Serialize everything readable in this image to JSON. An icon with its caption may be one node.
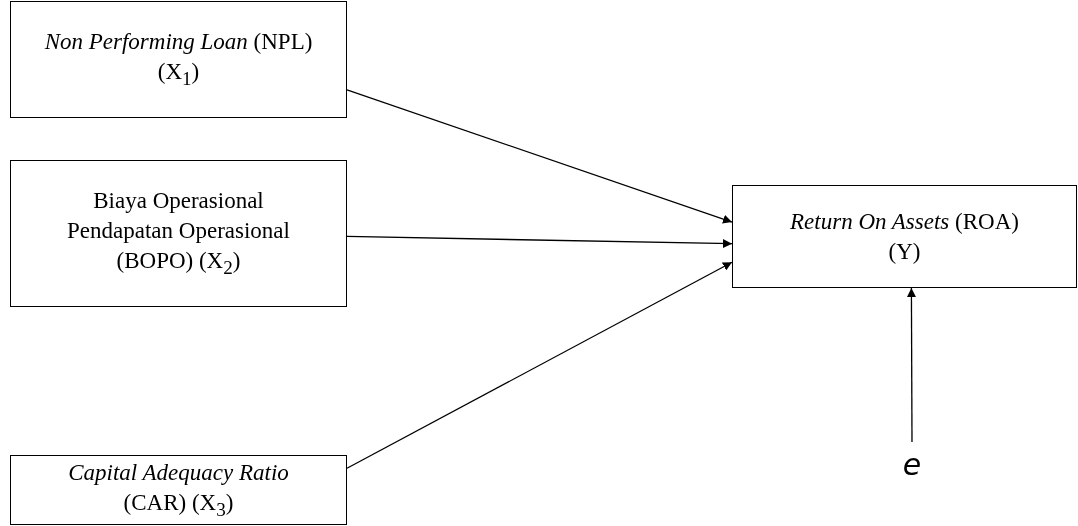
{
  "diagram": {
    "nodes": [
      {
        "text": [
          "*Non Performing Loan* (NPL)",
          "(X$_{1}$)"
        ]
      },
      {
        "text": [
          "Biaya Operasional Pendapatan Operasional (BOPO) (X$_{2}$)"
        ]
      },
      {
        "text": [
          "*Capital Adequacy Ratio*",
          "(CAR) (X$_{3}$)"
        ]
      },
      {
        "text": [
          "*Return On Assets* (ROA)",
          "(Y)"
        ]
      },
      {
        "text": [
          "e"
        ]
      }
    ],
    "edges": [
      {
        "from": 0,
        "to": 3,
        "arrow": "to"
      },
      {
        "from": 1,
        "to": 3,
        "arrow": "to"
      },
      {
        "from": 2,
        "to": 3,
        "arrow": "to"
      },
      {
        "from": 4,
        "to": 3,
        "arrow": "to"
      }
    ]
  }
}
